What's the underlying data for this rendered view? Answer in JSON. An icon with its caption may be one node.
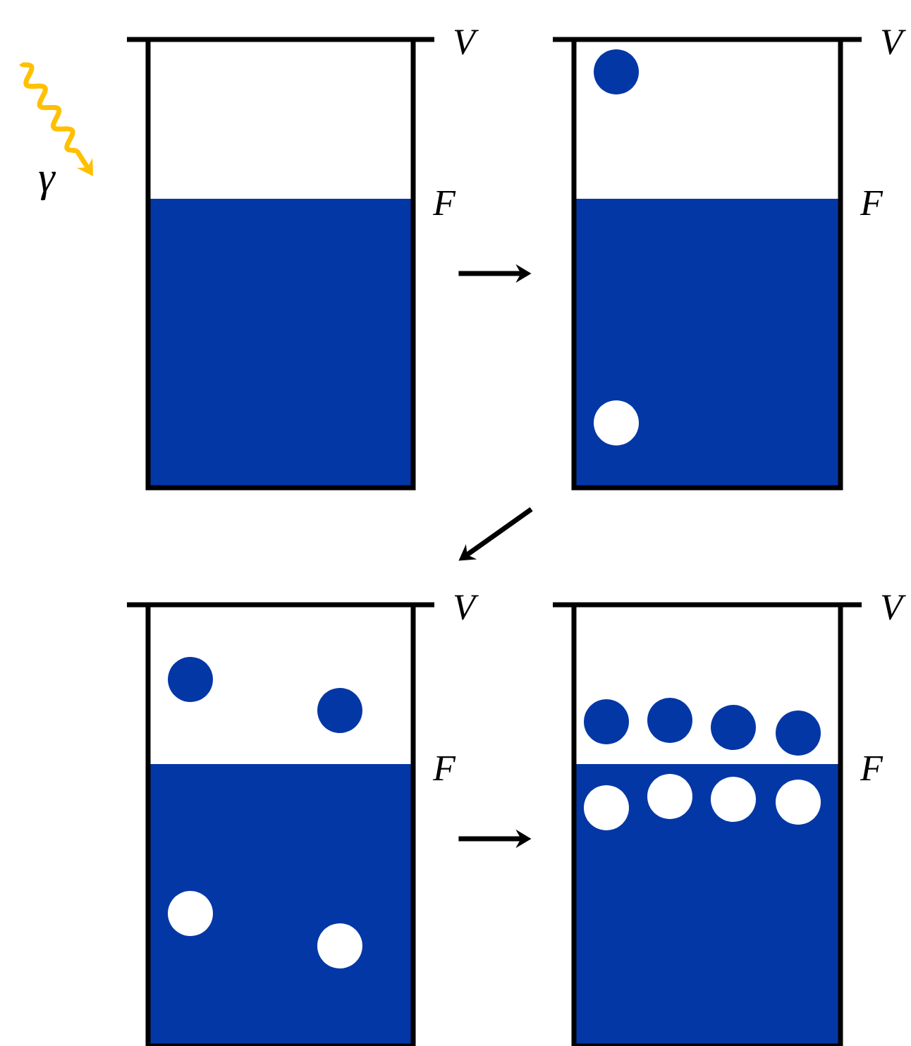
{
  "diagram": {
    "nodes": [
      {
        "text": [],
        "shape": "box",
        "beside": [
          "V",
          "F"
        ]
      },
      {
        "text": [],
        "shape": "box",
        "beside": [
          "V",
          "F"
        ]
      },
      {
        "text": [],
        "shape": "box",
        "beside": [
          "V",
          "F"
        ]
      },
      {
        "text": [],
        "shape": "box",
        "beside": [
          "V",
          "F"
        ]
      }
    ],
    "edges": [
      {
        "from": 0,
        "to": 1,
        "arrow": "to"
      },
      {
        "from": 1,
        "to": 2,
        "arrow": "to"
      },
      {
        "from": 2,
        "to": 3,
        "arrow": "to"
      }
    ],
    "labels": [
      "γ"
    ]
  }
}
